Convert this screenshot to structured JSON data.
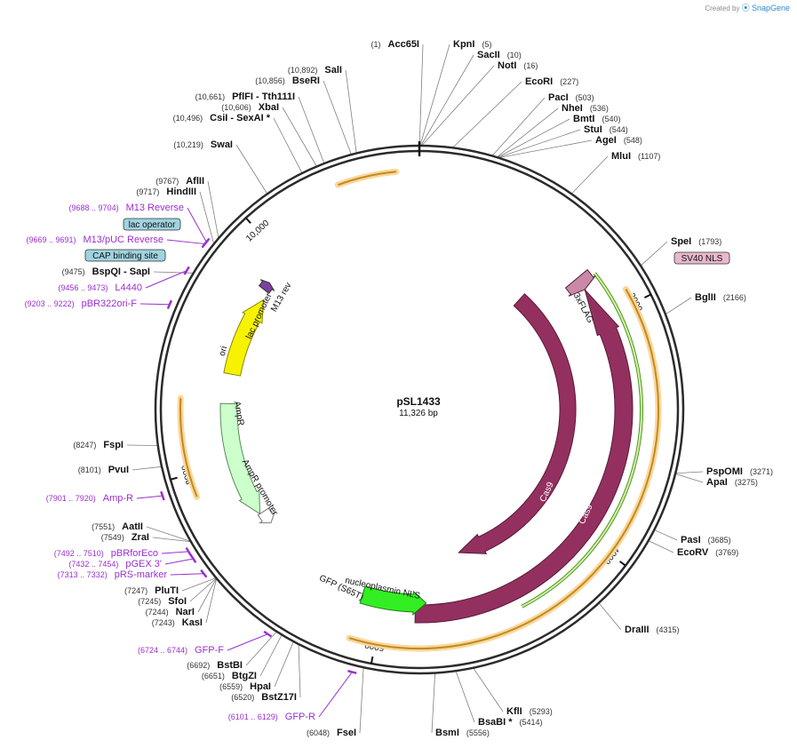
{
  "watermark": {
    "prefix": "Created by",
    "brand": "SnapGene"
  },
  "plasmid": {
    "name": "pSL1433",
    "size_label": "11,326 bp",
    "length": 11326
  },
  "tick_labels": [
    "2000",
    "4000",
    "6000",
    "8000",
    "10,000"
  ],
  "sites": [
    {
      "name": "Acc65I",
      "coord": "(1)",
      "pos": 1,
      "side": "left"
    },
    {
      "name": "KpnI",
      "coord": "(5)",
      "pos": 5,
      "side": "right"
    },
    {
      "name": "SacII",
      "coord": "(10)",
      "pos": 10,
      "side": "right"
    },
    {
      "name": "NotI",
      "coord": "(16)",
      "pos": 16,
      "side": "right"
    },
    {
      "name": "EcoRI",
      "coord": "(227)",
      "pos": 227,
      "side": "right"
    },
    {
      "name": "PacI",
      "coord": "(503)",
      "pos": 503,
      "side": "right"
    },
    {
      "name": "NheI",
      "coord": "(536)",
      "pos": 536,
      "side": "right"
    },
    {
      "name": "BmtI",
      "coord": "(540)",
      "pos": 540,
      "side": "right"
    },
    {
      "name": "StuI",
      "coord": "(544)",
      "pos": 544,
      "side": "right"
    },
    {
      "name": "AgeI",
      "coord": "(548)",
      "pos": 548,
      "side": "right"
    },
    {
      "name": "MluI",
      "coord": "(1107)",
      "pos": 1107,
      "side": "right"
    },
    {
      "name": "SpeI",
      "coord": "(1793)",
      "pos": 1793,
      "side": "right"
    },
    {
      "name": "BglII",
      "coord": "(2166)",
      "pos": 2166,
      "side": "right"
    },
    {
      "name": "PspOMI",
      "coord": "(3271)",
      "pos": 3271,
      "side": "right"
    },
    {
      "name": "ApaI",
      "coord": "(3275)",
      "pos": 3275,
      "side": "right"
    },
    {
      "name": "PasI",
      "coord": "(3685)",
      "pos": 3685,
      "side": "right"
    },
    {
      "name": "EcoRV",
      "coord": "(3769)",
      "pos": 3769,
      "side": "right"
    },
    {
      "name": "DraIII",
      "coord": "(4315)",
      "pos": 4315,
      "side": "right"
    },
    {
      "name": "KflI",
      "coord": "(5293)",
      "pos": 5293,
      "side": "right"
    },
    {
      "name": "BsaBI *",
      "coord": "(5414)",
      "pos": 5414,
      "side": "right"
    },
    {
      "name": "BsmI",
      "coord": "(5556)",
      "pos": 5556,
      "side": "right"
    },
    {
      "name": "FseI",
      "coord": "(6048)",
      "pos": 6048,
      "side": "left"
    },
    {
      "name": "BstZ17I",
      "coord": "(6520)",
      "pos": 6520,
      "side": "left"
    },
    {
      "name": "HpaI",
      "coord": "(6559)",
      "pos": 6559,
      "side": "left"
    },
    {
      "name": "BtgZI",
      "coord": "(6651)",
      "pos": 6651,
      "side": "left"
    },
    {
      "name": "BstBI",
      "coord": "(6692)",
      "pos": 6692,
      "side": "left"
    },
    {
      "name": "KasI",
      "coord": "(7243)",
      "pos": 7243,
      "side": "left"
    },
    {
      "name": "NarI",
      "coord": "(7244)",
      "pos": 7244,
      "side": "left"
    },
    {
      "name": "SfoI",
      "coord": "(7245)",
      "pos": 7245,
      "side": "left"
    },
    {
      "name": "PluTI",
      "coord": "(7247)",
      "pos": 7247,
      "side": "left"
    },
    {
      "name": "ZraI",
      "coord": "(7549)",
      "pos": 7549,
      "side": "left"
    },
    {
      "name": "AatII",
      "coord": "(7551)",
      "pos": 7551,
      "side": "left"
    },
    {
      "name": "PvuI",
      "coord": "(8101)",
      "pos": 8101,
      "side": "left"
    },
    {
      "name": "FspI",
      "coord": "(8247)",
      "pos": 8247,
      "side": "left"
    },
    {
      "name": "BspQI - SapI",
      "coord": "(9475)",
      "pos": 9475,
      "side": "left"
    },
    {
      "name": "HindIII",
      "coord": "(9717)",
      "pos": 9717,
      "side": "left"
    },
    {
      "name": "AflII",
      "coord": "(9767)",
      "pos": 9767,
      "side": "left"
    },
    {
      "name": "SwaI",
      "coord": "(10,219)",
      "pos": 10219,
      "side": "left"
    },
    {
      "name": "CsiI - SexAI *",
      "coord": "(10,496)",
      "pos": 10496,
      "side": "left"
    },
    {
      "name": "XbaI",
      "coord": "(10,606)",
      "pos": 10606,
      "side": "left"
    },
    {
      "name": "PflFI - Tth111I",
      "coord": "(10,661)",
      "pos": 10661,
      "side": "left"
    },
    {
      "name": "BseRI",
      "coord": "(10,856)",
      "pos": 10856,
      "side": "left"
    },
    {
      "name": "SalI",
      "coord": "(10,892)",
      "pos": 10892,
      "side": "left"
    }
  ],
  "primers": [
    {
      "name": "M13 Reverse",
      "coord": "(9688 .. 9704)"
    },
    {
      "name": "M13/pUC Reverse",
      "coord": "(9669 .. 9691)"
    },
    {
      "name": "L4440",
      "coord": "(9456 .. 9473)"
    },
    {
      "name": "pBR322ori-F",
      "coord": "(9203 .. 9222)"
    },
    {
      "name": "Amp-R",
      "coord": "(7901 .. 7920)"
    },
    {
      "name": "pBRforEco",
      "coord": "(7492 .. 7510)"
    },
    {
      "name": "pGEX 3'",
      "coord": "(7432 .. 7454)"
    },
    {
      "name": "pRS-marker",
      "coord": "(7313 .. 7332)"
    },
    {
      "name": "GFP-F",
      "coord": "(6724 .. 6744)"
    },
    {
      "name": "GFP-R",
      "coord": "(6101 .. 6129)"
    }
  ],
  "boxed_labels": [
    "lac operator",
    "CAP binding site",
    "SV40 NLS"
  ],
  "features": [
    "Cas9",
    "Cas9",
    "3xFLAG",
    "nucleoplasmin NLS",
    "GFP (S65T)",
    "ori",
    "lac promoter",
    "M13 rev",
    "AmpR",
    "AmpR promoter"
  ],
  "colors": {
    "backbone": "#2b2b2b",
    "cas9": "#93305f",
    "gfp": "#33ee22",
    "ori": "#f7f200",
    "ampr": "#ccffcc",
    "orf_line": "#c08a22",
    "orf_glow": "#fad79a",
    "primer": "#9b30d0",
    "label_box_blue": "#9fd3e0",
    "label_box_pink": "#e8b8cd",
    "leader": "#808080",
    "text": "#111111",
    "coord": "#333333"
  }
}
